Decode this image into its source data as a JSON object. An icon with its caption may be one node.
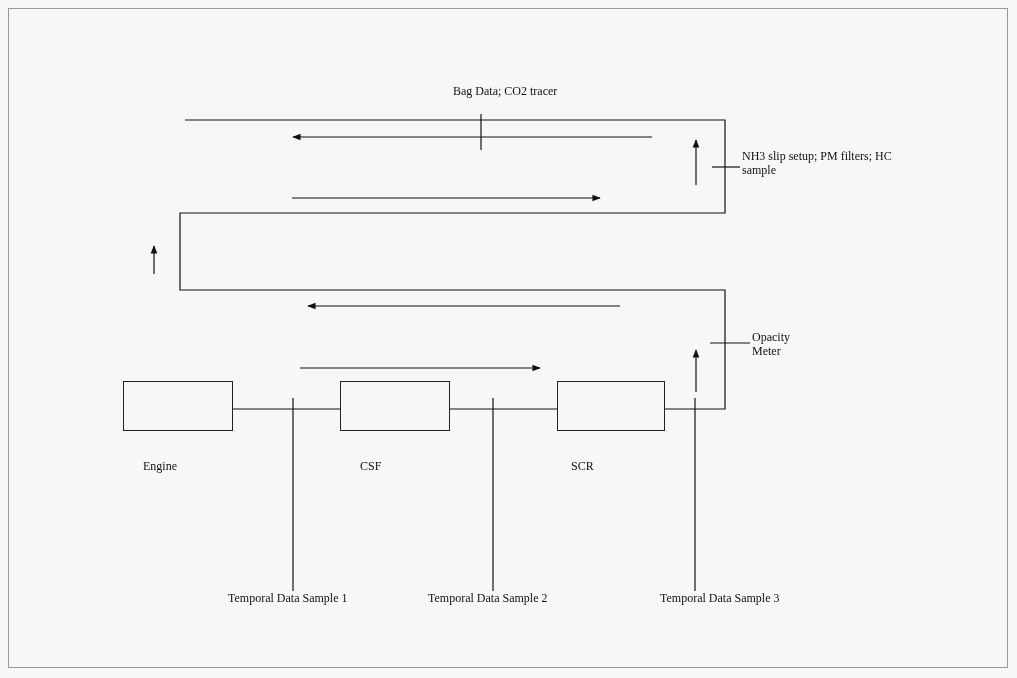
{
  "diagram": {
    "nodes": [
      {
        "text": [
          "Engine"
        ]
      },
      {
        "text": [
          "CSF"
        ]
      },
      {
        "text": [
          "SCR"
        ]
      },
      {
        "text": [
          "Temporal Data Sample 1"
        ]
      },
      {
        "text": [
          "Temporal Data Sample 2"
        ]
      },
      {
        "text": [
          "Temporal Data Sample 3"
        ]
      },
      {
        "text": [
          "Opacity Meter"
        ]
      },
      {
        "text": [
          "NH3 slip setup; PM filters; HC sample"
        ]
      },
      {
        "text": [
          "Bag Data; CO2 tracer"
        ]
      }
    ],
    "edges": [
      {
        "from": 0,
        "to": 1,
        "arrow": "none"
      },
      {
        "from": 1,
        "to": 2,
        "arrow": "none"
      },
      {
        "from": 2,
        "to": null,
        "arrow": "none"
      },
      {
        "from": 3,
        "to": null,
        "arrow": "none"
      },
      {
        "from": 4,
        "to": null,
        "arrow": "none"
      },
      {
        "from": 5,
        "to": null,
        "arrow": "none"
      },
      {
        "from": 6,
        "to": null,
        "arrow": "none"
      },
      {
        "from": 7,
        "to": null,
        "arrow": "none"
      },
      {
        "from": 8,
        "to": null,
        "arrow": "none"
      }
    ]
  }
}
